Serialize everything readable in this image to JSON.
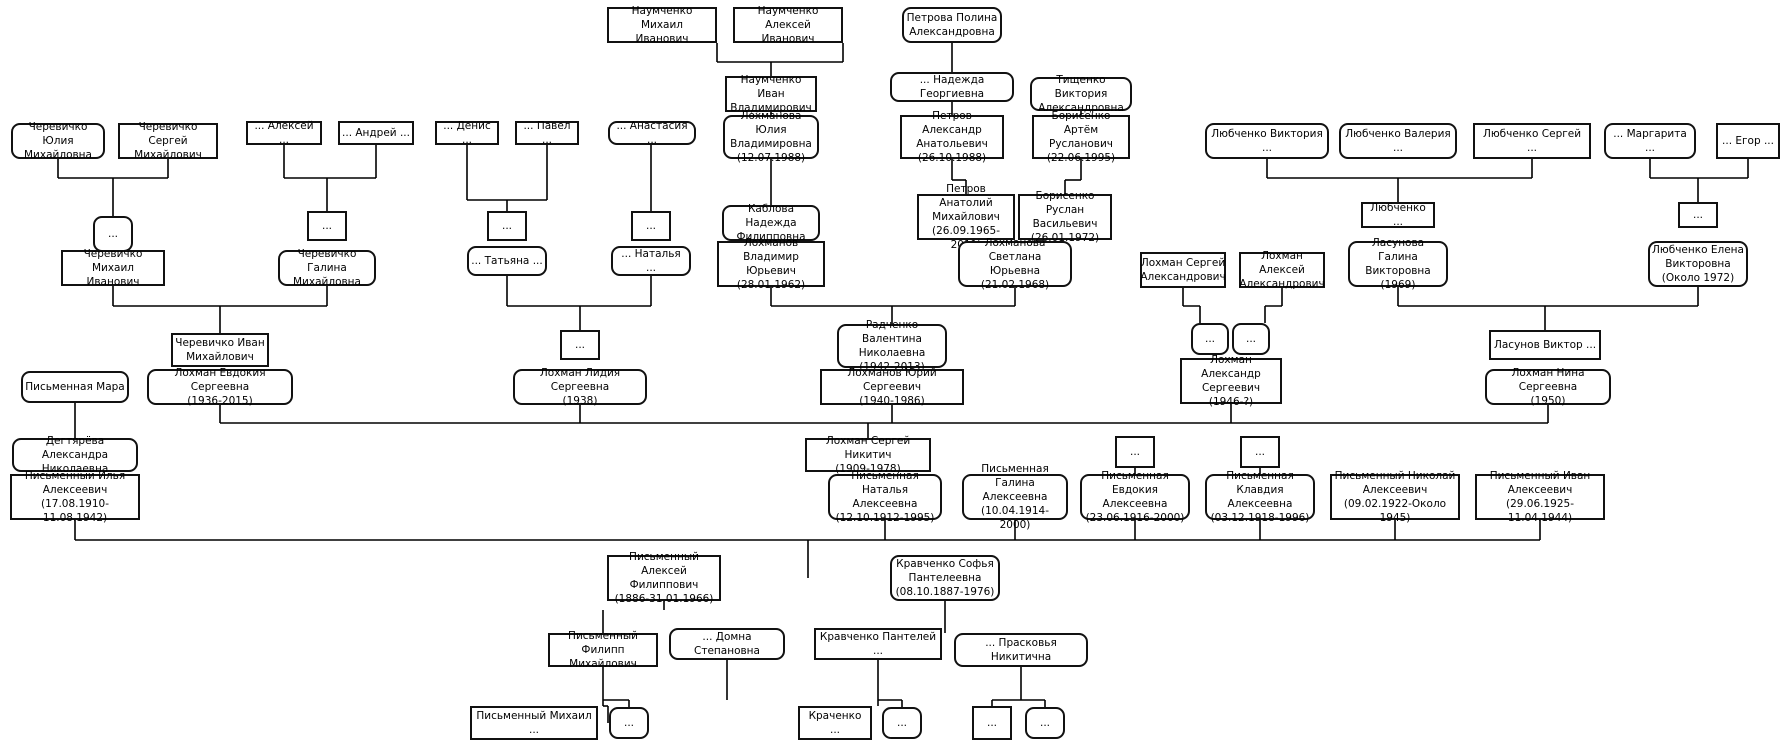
{
  "people": {
    "naumenko_mikhail": "Наумченко Михаил\nИванович",
    "naumenko_aleksey": "Наумченко Алексей\nИванович",
    "petrova_polina": "Петрова Полина\nАлександровна",
    "naumenko_ivan": "Наумченко Иван\nВладимирович",
    "nadezhda_georgievna": "... Надежда Георгиевна",
    "tishchenko_viktoriya": "Тищенко Виктория\nАлександровна",
    "cherevichko_yuliya": "Черевичко Юлия\nМихайловна",
    "cherevichko_sergey": "Черевичко Сергей\nМихайлович",
    "aleksey_dots": "... Алексей ...",
    "andrey_dots": "... Андрей ...",
    "denis_dots": "... Денис ...",
    "pavel_dots": "... Павел ...",
    "anastasiya_dots": "... Анастасия ...",
    "lokhmanova_yuliya": "Лохманова Юлия\nВладимировна\n(12.07.1988)",
    "petrov_aleksandr": "Петров Александр\nАнатольевич\n(26.10.1988)",
    "borisenko_artyom": "Борисенко Артём\nРусланович\n(22.06.1995)",
    "lyubchenko_viktoriya": "Любченко Виктория ...",
    "lyubchenko_valeriya": "Любченко Валерия ...",
    "lyubchenko_sergey": "Любченко Сергей ...",
    "margarita_dots": "... Маргарита ...",
    "egor_dots": "... Егор ...",
    "unknown_cherevichko_m": "...",
    "unknown_cherevichko_g": "...",
    "unknown_tatyana": "...",
    "unknown_natalya": "...",
    "kablova_nadezhda": "Каблова Надежда\nФилипповна",
    "petrov_anatoliy": "Петров Анатолий\nМихайлович\n(26.09.1965-2011)",
    "borisenko_ruslan": "Борисенко Руслан\nВасильевич\n(26.01.1972)",
    "lyubchenko_dots": "Любченко ...",
    "unknown_lyubchenko_e": "...",
    "cherevichko_mikhail": "Черевичко Михаил\nИванович",
    "cherevichko_galina": "Черевичко Галина\nМихайловна",
    "tatyana_dots": "... Татьяна ...",
    "natalya_dots": "... Наталья ...",
    "lokhmanov_vladimir": "Лохманов Владимир\nЮрьевич\n(28.01.1962)",
    "lokhmanova_svetlana": "Лохманова Светлана\nЮрьевна\n(21.02.1968)",
    "lokhman_sergey_a": "Лохман Сергей\nАлександрович",
    "lokhman_aleksey_a": "Лохман Алексей\nАлександрович",
    "lasunova_galina": "Ласунова Галина\nВикторовна\n(1969)",
    "lyubchenko_elena": "Любченко Елена\nВикторовна\n(Около 1972)",
    "cherevichko_ivan": "Черевичко Иван\nМихайлович",
    "unknown_lidiya_spouse": "...",
    "radchenko_valentina": "Радченко Валентина\nНиколаевна\n(1942-2013)",
    "unknown_lokhman_a1": "...",
    "unknown_lokhman_a2": "...",
    "lasunov_viktor": "Ласунов Виктор ...",
    "pismennaya_mara": "Письменная Мара",
    "lokhman_evdokiya": "Лохман Евдокия Сергеевна\n(1936-2015)",
    "lokhman_lidiya": "Лохман Лидия Сергеевна\n(1938)",
    "lokhmanov_yuriy": "Лохманов Юрий Сергеевич\n(1940-1986)",
    "lokhman_aleksandr": "Лохман Александр\nСергеевич\n(1946-?)",
    "lokhman_nina": "Лохман Нина Сергеевна\n(1950)",
    "degtyareva_aleksandra": "Дегтярёва Александра\nНиколаевна",
    "lokhman_sergey_n": "Лохман Сергей Никитич\n(1909-1978)",
    "unknown_evdokiya_spouse": "...",
    "unknown_klavdiya_spouse": "...",
    "pismennyy_ilya": "Письменный Илья\nАлексеевич\n(17.08.1910-11.08.1942)",
    "pismennaya_natalya": "Письменная Наталья\nАлексеевна\n(12.10.1912-1995)",
    "pismennaya_galina": "Письменная Галина\nАлексеевна\n(10.04.1914-2000)",
    "pismennaya_evdokiya": "Письменная Евдокия\nАлексеевна\n(23.06.1916-2000)",
    "pismennaya_klavdiya": "Письменная Клавдия\nАлексеевна\n(03.12.1918-1996)",
    "pismennyy_nikolay": "Письменный Николай\nАлексеевич\n(09.02.1922-Около 1945)",
    "pismennyy_ivan": "Письменный Иван\nАлексеевич\n(29.06.1925-11.04.1944)",
    "pismennyy_aleksey": "Письменный Алексей\nФилиппович\n(1886-31.01.1966)",
    "kravchenko_sofya": "Кравченко Софья\nПантелеевна\n(08.10.1887-1976)",
    "pismennyy_filipp": "Письменный Филипп\nМихайлович",
    "domna_stepanovna": "... Домна Степановна",
    "kravchenko_panteley": "Кравченко Пантелей ...",
    "praskovya_nikitichna": "... Прасковья Никитична",
    "pismennyy_mikhail": "Письменный Михаил ...",
    "unknown_filipp_mother": "...",
    "krachenko_dots": "Краченко ...",
    "unknown_panteley_mother": "...",
    "unknown_praskovya_father": "...",
    "unknown_praskovya_mother": "..."
  }
}
